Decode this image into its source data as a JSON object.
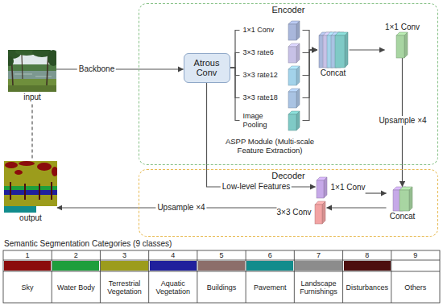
{
  "diagram": {
    "nodes": [
      {
        "text": [
          "Encoder"
        ]
      },
      {
        "text": [
          "input"
        ]
      },
      {
        "text": [
          "Atrous Conv"
        ],
        "in": 0
      },
      {
        "text": [
          "1×1 Conv"
        ],
        "in": 0
      },
      {
        "text": [
          "3×3 rate6"
        ],
        "in": 0
      },
      {
        "text": [
          "3×3 rate12"
        ],
        "in": 0
      },
      {
        "text": [
          "3×3 rate18"
        ],
        "in": 0
      },
      {
        "text": [
          "Image Pooling"
        ],
        "in": 0
      },
      {
        "text": [
          "Concat"
        ],
        "in": 0
      },
      {
        "text": [
          "1×1 Conv"
        ],
        "in": 0
      },
      {
        "text": [
          "Decoder"
        ]
      },
      {
        "text": [
          "output"
        ]
      },
      {
        "text": [
          "1×1 Conv"
        ],
        "in": 10
      },
      {
        "text": [
          "Concat"
        ],
        "in": 10
      },
      {
        "text": [
          "3×3 Conv"
        ],
        "in": 10
      }
    ],
    "edges": [
      {
        "from": 1,
        "to": 2,
        "label": "Backbone",
        "arrow": "to"
      },
      {
        "from": 2,
        "to": 3,
        "arrow": "none"
      },
      {
        "from": 2,
        "to": 4,
        "arrow": "none"
      },
      {
        "from": 2,
        "to": 5,
        "arrow": "none"
      },
      {
        "from": 2,
        "to": 6,
        "arrow": "none"
      },
      {
        "from": 2,
        "to": 7,
        "arrow": "none"
      },
      {
        "from": 3,
        "to": 8,
        "arrow": "to"
      },
      {
        "from": 4,
        "to": 8,
        "arrow": "to"
      },
      {
        "from": 5,
        "to": 8,
        "arrow": "to"
      },
      {
        "from": 6,
        "to": 8,
        "arrow": "to"
      },
      {
        "from": 7,
        "to": 8,
        "arrow": "to"
      },
      {
        "from": 8,
        "to": 9,
        "arrow": "to"
      },
      {
        "from": 9,
        "to": 13,
        "label": "Upsample ×4",
        "arrow": "to"
      },
      {
        "from": 2,
        "to": 12,
        "label": "Low-level Features",
        "arrow": "to"
      },
      {
        "from": 12,
        "to": 13,
        "arrow": "to"
      },
      {
        "from": 13,
        "to": 14,
        "arrow": "to"
      },
      {
        "from": 14,
        "to": 11,
        "label": "Upsample ×4",
        "arrow": "to"
      },
      {
        "from": 1,
        "to": 11,
        "arrow": "none"
      }
    ],
    "labels": [
      "ASPP Module (Multi-scale Feature Extraction)",
      "Semantic Segmentation Categories (9 classes)",
      "1",
      "2",
      "3",
      "4",
      "5",
      "6",
      "7",
      "8",
      "9"
    ],
    "legend": [
      {
        "text": "Sky",
        "color": "#8b0c0c"
      },
      {
        "text": "Water Body",
        "color": "#1e9e3c"
      },
      {
        "text": "Terrestrial Vegetation",
        "color": "#9c9c1c"
      },
      {
        "text": "Aquatic Vegetation",
        "color": "#20209c"
      },
      {
        "text": "Buildings",
        "color": "#8c6e6a"
      },
      {
        "text": "Pavement",
        "color": "#128c8c"
      },
      {
        "text": "Landscape Furnishings",
        "color": "#8c8c8c"
      },
      {
        "text": "Disturbances",
        "color": "#4c0e0e"
      },
      {
        "text": "Others",
        "color": "#ffffff"
      }
    ]
  }
}
